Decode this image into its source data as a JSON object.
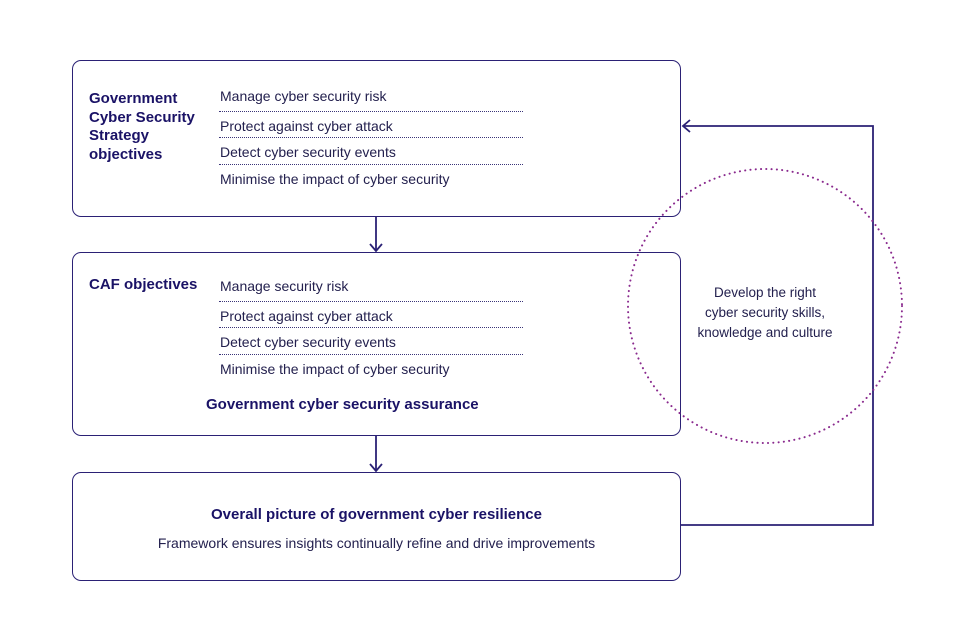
{
  "diagram": {
    "strategy_box": {
      "heading": "Government Cyber Security Strategy objectives",
      "items": [
        "Manage cyber security risk",
        "Protect against cyber attack",
        "Detect cyber security events",
        "Minimise the impact of cyber security"
      ]
    },
    "caf_box": {
      "heading": "CAF objectives",
      "items": [
        "Manage security risk",
        "Protect against cyber attack",
        "Detect cyber security events",
        "Minimise the impact of cyber security"
      ],
      "footer": "Government cyber security assurance"
    },
    "resilience_box": {
      "title": "Overall picture of government cyber resilience",
      "subtitle": "Framework ensures insights continually refine and drive improvements"
    },
    "skills_circle": {
      "lines": [
        "Develop the right",
        "cyber security skills,",
        "knowledge and culture"
      ]
    },
    "colors": {
      "box_border": "#2b2175",
      "heading_text": "#1a1266",
      "body_text": "#23204e",
      "circle_dots": "#8a2a8e"
    }
  }
}
